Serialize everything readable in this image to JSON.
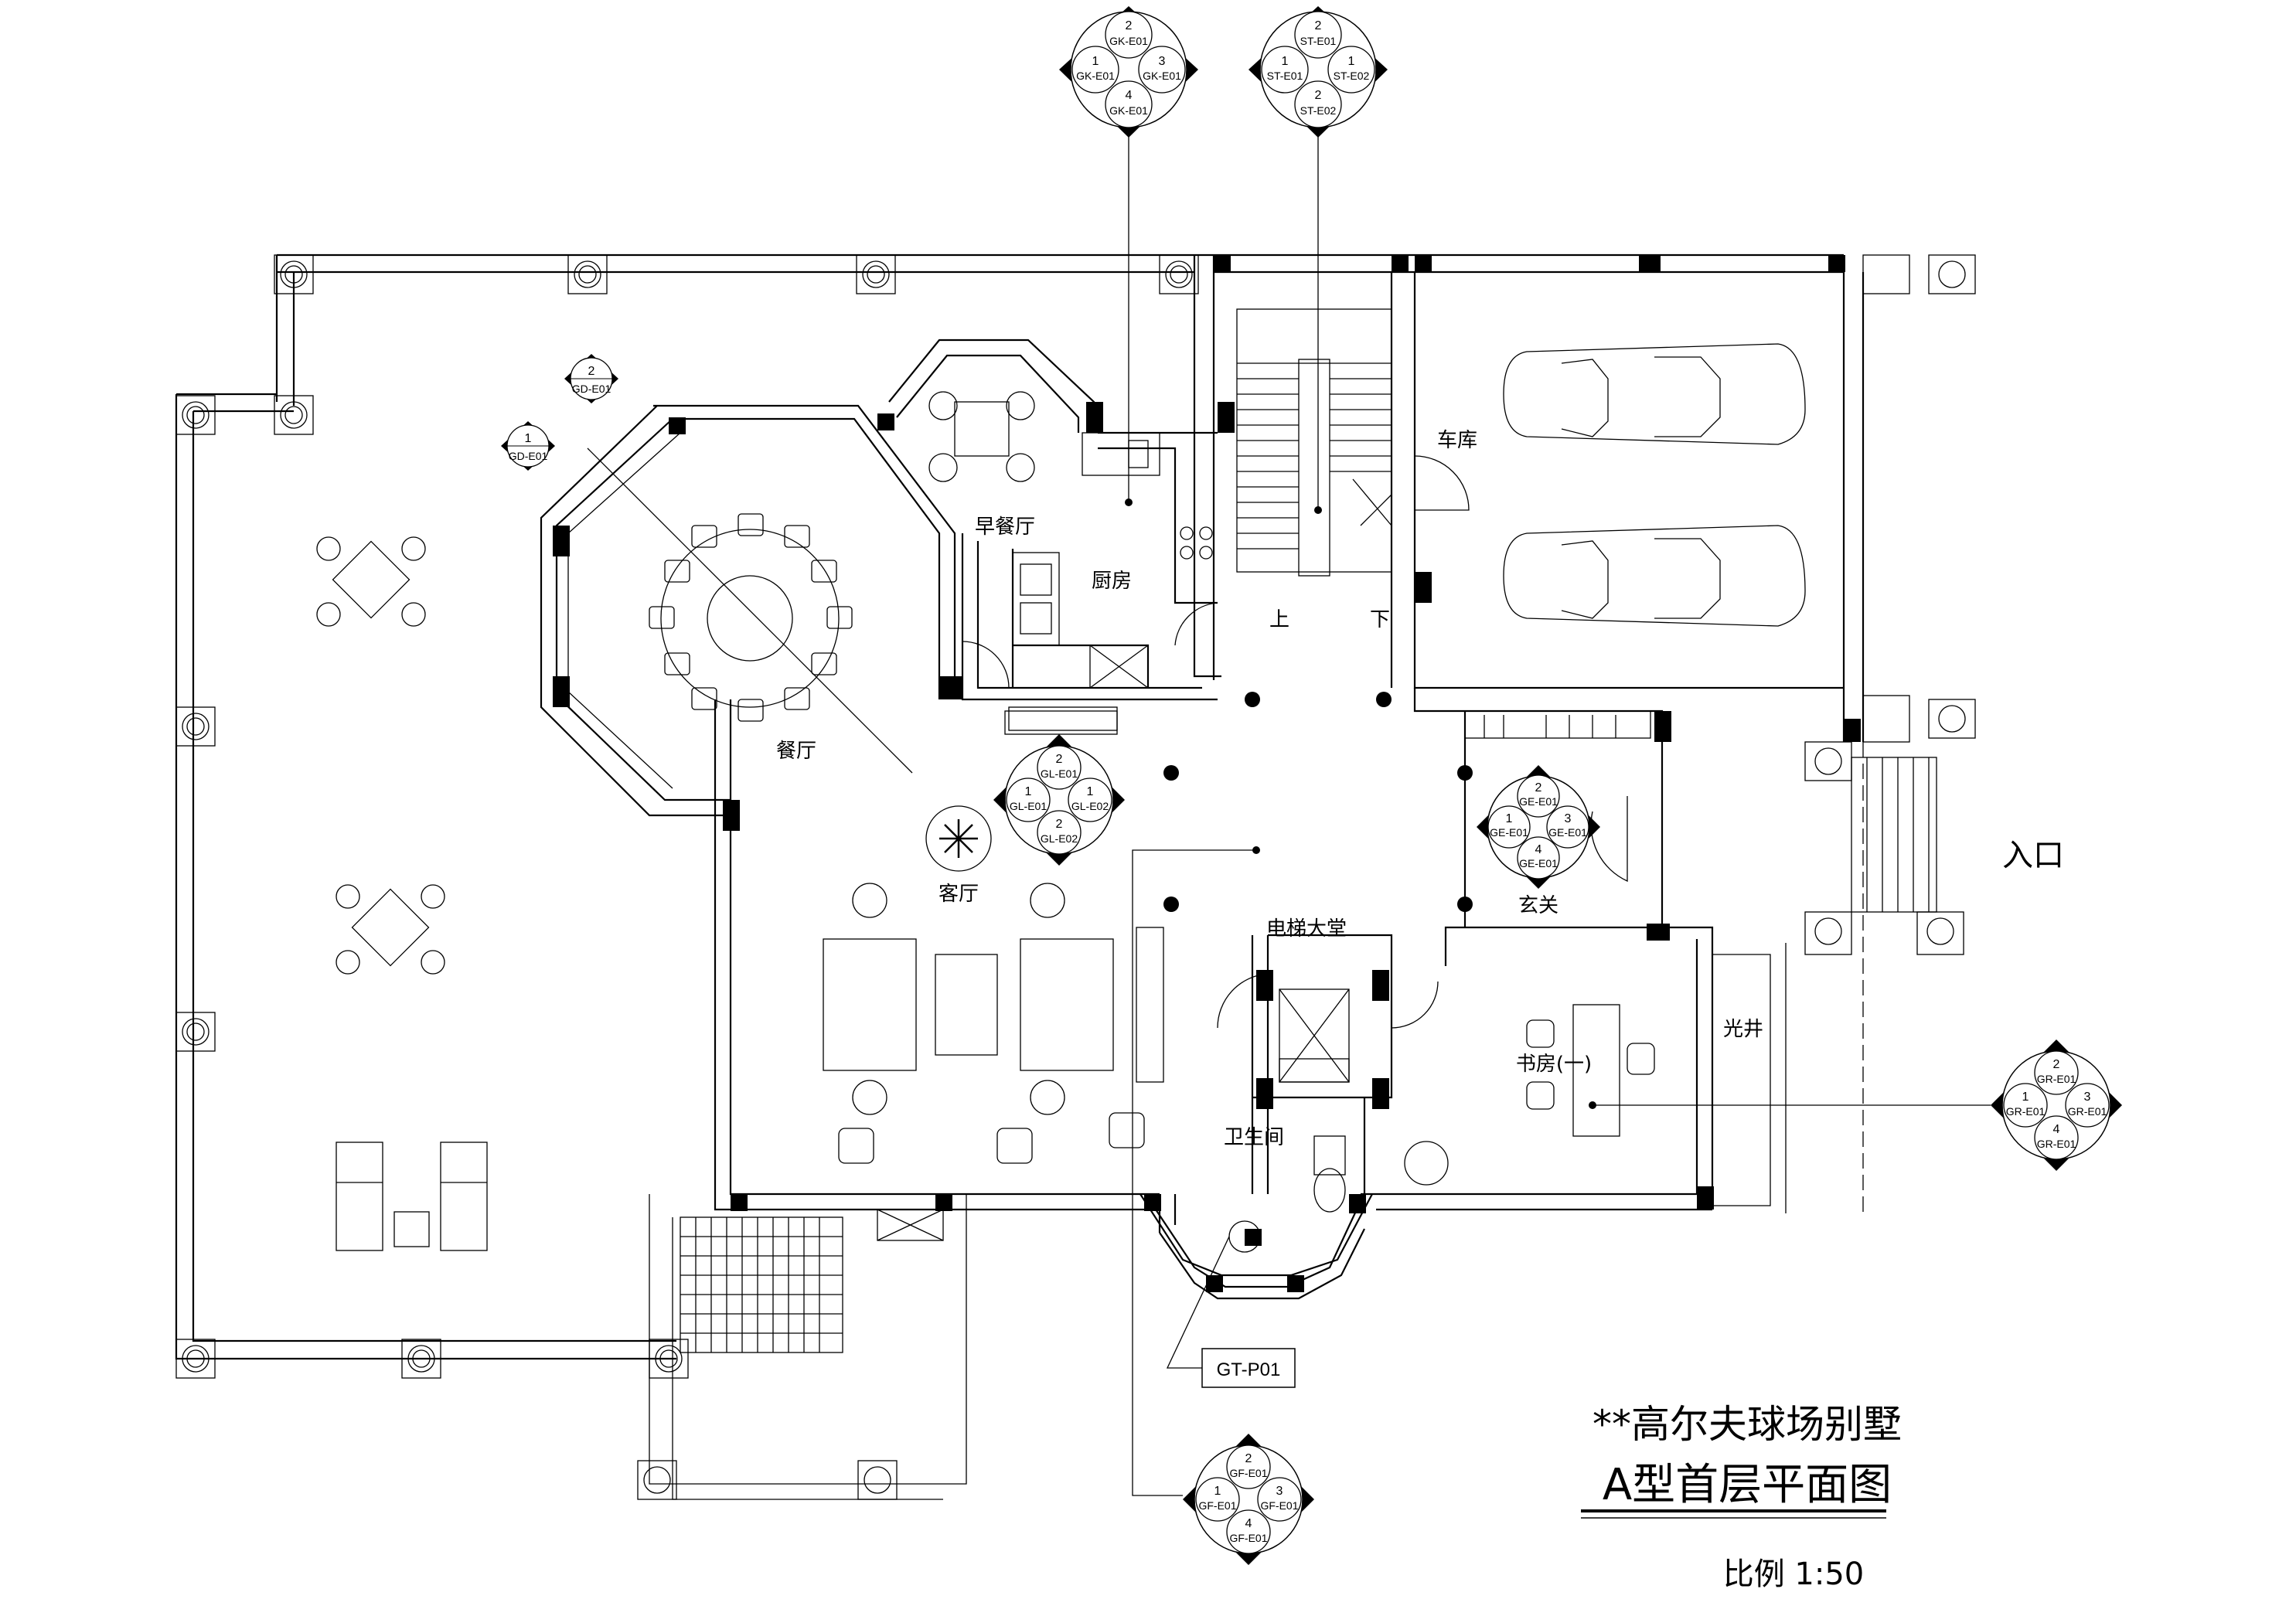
{
  "rooms": {
    "garage": "车库",
    "breakfast": "早餐厅",
    "kitchen": "厨房",
    "dining": "餐厅",
    "living": "客厅",
    "elevator_hall": "电梯大堂",
    "foyer": "玄关",
    "study": "书房(一)",
    "bathroom": "卫生间",
    "lightwell": "光井",
    "stair_up": "上",
    "stair_down": "下",
    "entrance": "入口"
  },
  "markers": {
    "gk": {
      "n_top": "2",
      "n_left": "1",
      "n_right": "3",
      "n_bottom": "4",
      "top": "GK-E01",
      "left": "GK-E01",
      "right": "GK-E01",
      "bottom": "GK-E01"
    },
    "st": {
      "n_top": "2",
      "n_left": "1",
      "n_right": "1",
      "n_bottom": "2",
      "top": "ST-E01",
      "left": "ST-E01",
      "right": "ST-E02",
      "bottom": "ST-E02"
    },
    "gl": {
      "n_top": "2",
      "n_left": "1",
      "n_right": "1",
      "n_bottom": "2",
      "top": "GL-E01",
      "left": "GL-E01",
      "right": "GL-E02",
      "bottom": "GL-E02"
    },
    "ge": {
      "n_top": "2",
      "n_left": "1",
      "n_right": "3",
      "n_bottom": "4",
      "top": "GE-E01",
      "left": "GE-E01",
      "right": "GE-E01",
      "bottom": "GE-E01"
    },
    "gr": {
      "n_top": "2",
      "n_left": "1",
      "n_right": "3",
      "n_bottom": "4",
      "top": "GR-E01",
      "left": "GR-E01",
      "right": "GR-E01",
      "bottom": "GR-E01"
    },
    "gf": {
      "n_top": "2",
      "n_left": "1",
      "n_right": "3",
      "n_bottom": "4",
      "top": "GF-E01",
      "left": "GF-E01",
      "right": "GF-E01",
      "bottom": "GF-E01"
    },
    "gd1": {
      "num": "2",
      "code": "GD-E01"
    },
    "gd2": {
      "num": "1",
      "code": "GD-E01"
    },
    "gtp": "GT-P01"
  },
  "title": {
    "project": "**高尔夫球场别墅",
    "drawing": "A型首层平面图",
    "scale": "比例 1:50"
  }
}
